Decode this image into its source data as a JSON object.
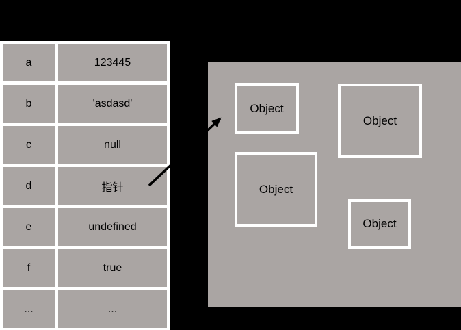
{
  "diagram": {
    "background_color": "#000000",
    "surface_color": "#aaa5a3",
    "border_color": "#ffffff",
    "text_color": "#000000"
  },
  "stack": {
    "rows": [
      {
        "name": "a",
        "value": "123445"
      },
      {
        "name": "b",
        "value": "'asdasd'"
      },
      {
        "name": "c",
        "value": "null"
      },
      {
        "name": "d",
        "value": "指针"
      },
      {
        "name": "e",
        "value": "undefined"
      },
      {
        "name": "f",
        "value": "true"
      },
      {
        "name": "...",
        "value": "..."
      }
    ]
  },
  "heap": {
    "objects": [
      {
        "label": "Object"
      },
      {
        "label": "Object"
      },
      {
        "label": "Object"
      },
      {
        "label": "Object"
      }
    ]
  }
}
